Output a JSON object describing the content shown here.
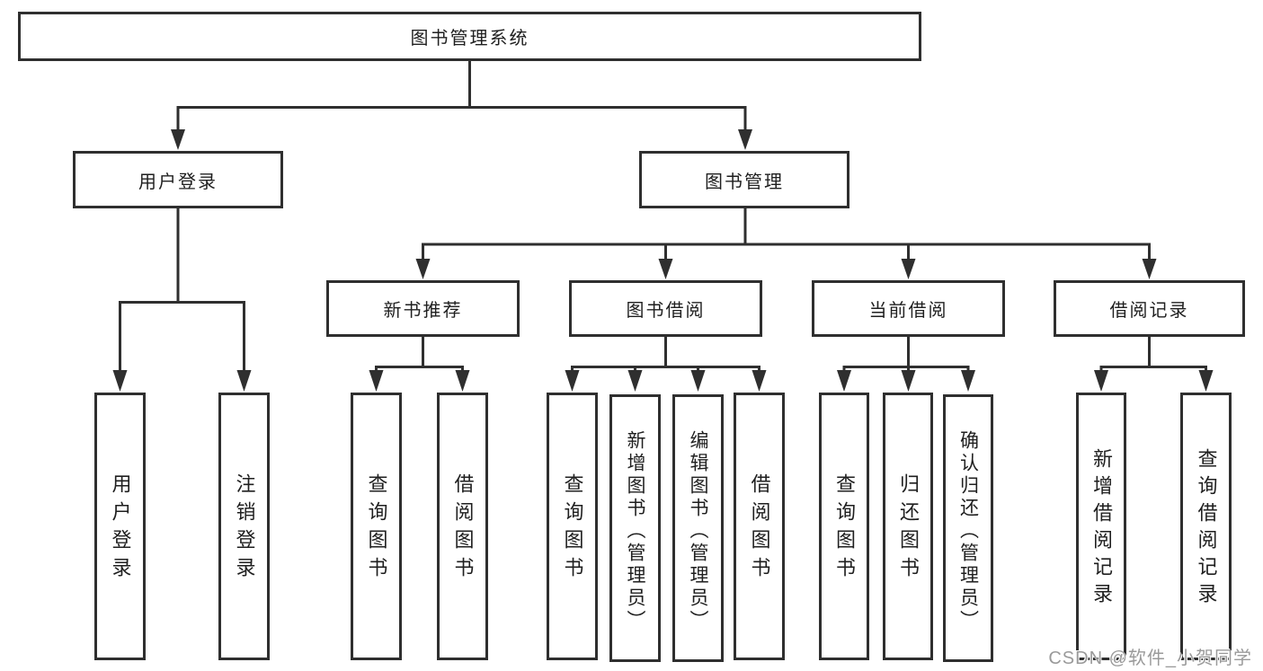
{
  "diagram": {
    "root": "图书管理系统",
    "branches": [
      {
        "label": "用户登录",
        "children": [
          "用户登录",
          "注销登录"
        ]
      },
      {
        "label": "图书管理",
        "groups": [
          {
            "label": "新书推荐",
            "children": [
              "查询图书",
              "借阅图书"
            ]
          },
          {
            "label": "图书借阅",
            "children": [
              "查询图书",
              "新增图书（管理员）",
              "编辑图书（管理员）",
              "借阅图书"
            ]
          },
          {
            "label": "当前借阅",
            "children": [
              "查询图书",
              "归还图书",
              "确认归还（管理员）"
            ]
          },
          {
            "label": "借阅记录",
            "children": [
              "新增借阅记录",
              "查询借阅记录"
            ]
          }
        ]
      }
    ],
    "watermark": "CSDN @软件_小贺同学",
    "colors": {
      "line": "#2f2f2f",
      "text": "#1f1f1f",
      "watermark": "#9a9a9a",
      "background": "#ffffff"
    }
  }
}
